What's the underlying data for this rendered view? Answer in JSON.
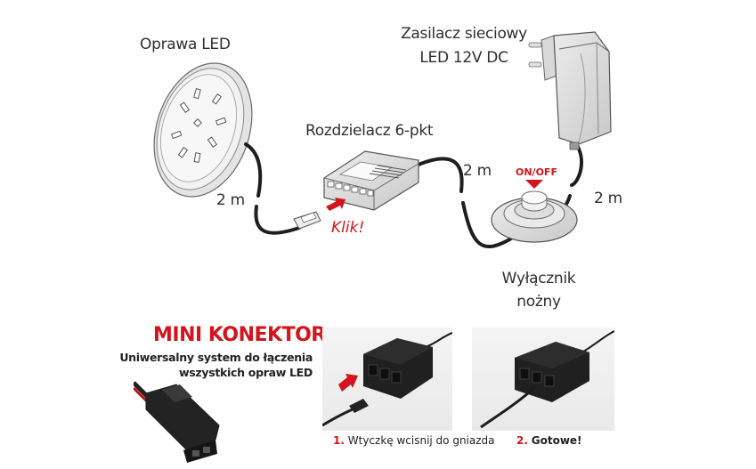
{
  "labels": {
    "led_fixture": "Oprawa LED",
    "power_supply_line1": "Zasilacz sieciowy",
    "power_supply_line2": "LED 12V DC",
    "splitter": "Rozdzielacz 6-pkt",
    "foot_switch_line1": "Wyłącznik",
    "foot_switch_line2": "nożny",
    "on_off": "ON/OFF",
    "klik": "Klik!",
    "cable_length_1": "2 m",
    "cable_length_2": "2 m",
    "cable_length_3": "2 m"
  },
  "mini_connector": {
    "title": "MINI KONEKTOR",
    "subtitle_line1": "Uniwersalny system do łączenia",
    "subtitle_line2": "wszystkich opraw LED"
  },
  "steps": [
    {
      "number": "1.",
      "text": "Wtyczkę wcisnij do gniazda"
    },
    {
      "number": "2.",
      "text": "Gotowe!"
    }
  ],
  "colors": {
    "accent_red": "#d4131d",
    "cable": "#1e1e1e",
    "device_gray": "#d9d9d9"
  }
}
